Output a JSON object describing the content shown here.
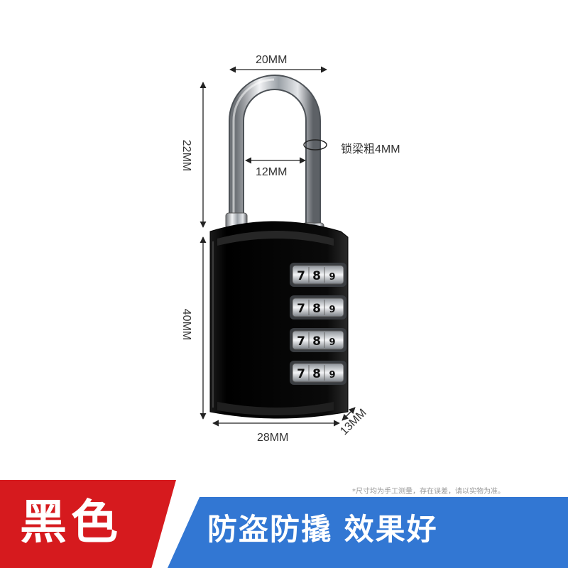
{
  "product": {
    "dimensions": {
      "shackle_width": "20MM",
      "shackle_inner_width": "12MM",
      "shackle_height": "22MM",
      "body_height": "40MM",
      "body_width": "28MM",
      "body_depth": "13MM",
      "shackle_thickness": "锁梁粗4MM"
    },
    "dials": {
      "rows": [
        [
          "7",
          "8",
          "9"
        ],
        [
          "7",
          "8",
          "9"
        ],
        [
          "7",
          "8",
          "9"
        ],
        [
          "7",
          "8",
          "9"
        ]
      ]
    },
    "note": "*尺寸均为手工测量，存在误差，请以实物为准。"
  },
  "banner": {
    "color_name": "黑色",
    "slogan": "防盗防撬 效果好"
  },
  "colors": {
    "red": "#d61a1e",
    "blue": "#3277d3",
    "lock_body": "#111111"
  }
}
